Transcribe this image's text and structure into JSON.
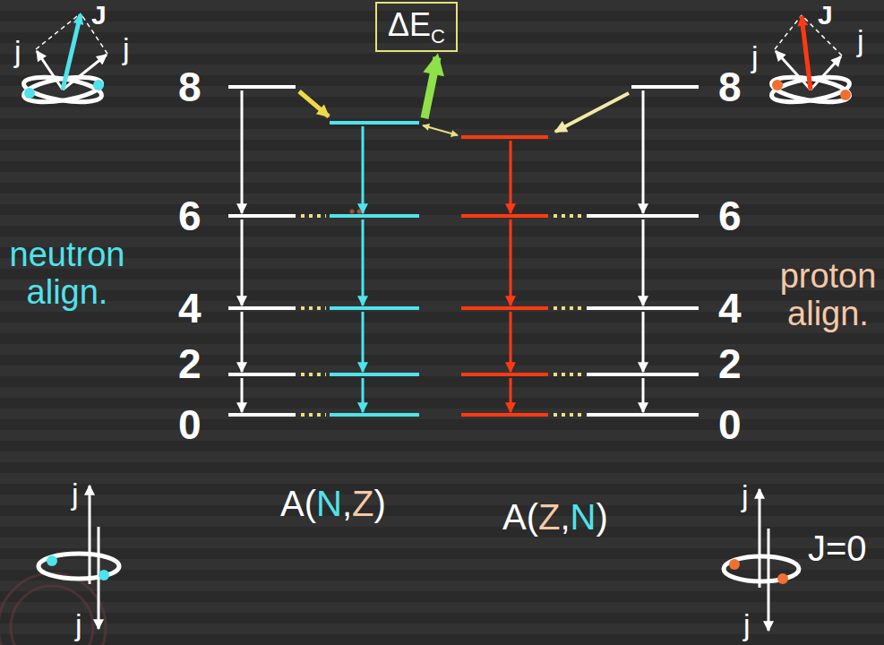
{
  "diagram": {
    "nodes": [
      {
        "text": [
          "ΔE",
          "C"
        ]
      }
    ],
    "labels": [
      "J",
      "j",
      "j",
      "8",
      "6",
      "4",
      "2",
      "0",
      "neutron align.",
      "8",
      "6",
      "4",
      "2",
      "0",
      "J",
      "j",
      "j",
      "proton align.",
      "A(N,Z)",
      "A(Z,N)",
      "j",
      "j",
      "j",
      "j",
      "J=0"
    ]
  }
}
